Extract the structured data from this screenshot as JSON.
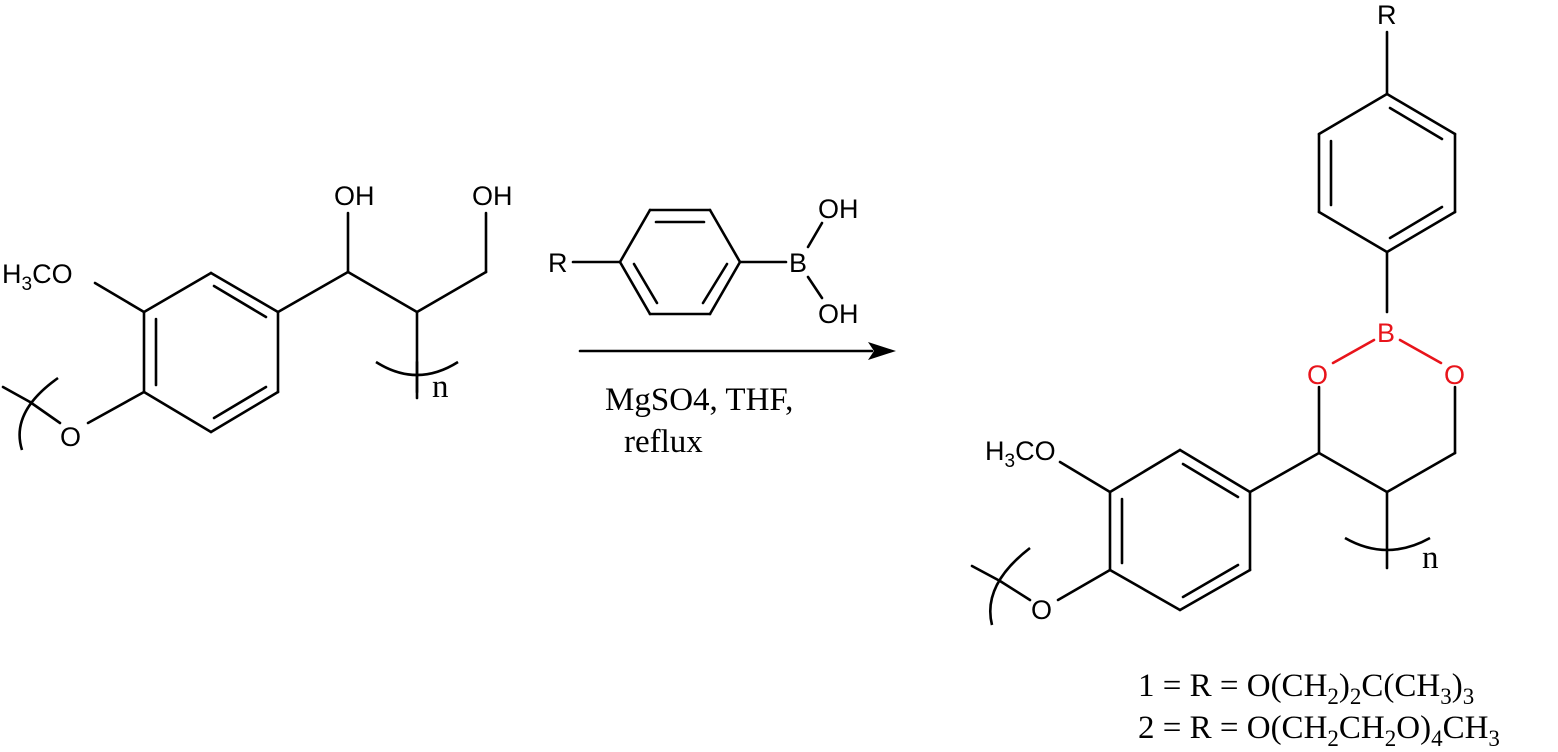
{
  "reactant": {
    "methoxy_label": "H3CO",
    "hydroxyl_1": "OH",
    "hydroxyl_2": "OH",
    "ether_o": "O",
    "repeat_n": "n"
  },
  "reagent": {
    "r_label": "R",
    "boron": "B",
    "boron_oh_top": "OH",
    "boron_oh_bottom": "OH"
  },
  "conditions": {
    "line1": "MgSO4, THF,",
    "line2": "reflux"
  },
  "product": {
    "r_label": "R",
    "boron": "B",
    "ring_o_left": "O",
    "ring_o_right": "O",
    "methoxy_label": "H3CO",
    "ether_o": "O",
    "repeat_n": "n"
  },
  "legend": {
    "line1": "1 = R = O(CH2)2C(CH3)3",
    "line2": "2 = R = O(CH2CH2O)4CH3"
  },
  "colors": {
    "bond": "#000000",
    "heteroatom_highlight": "#e8141b"
  }
}
